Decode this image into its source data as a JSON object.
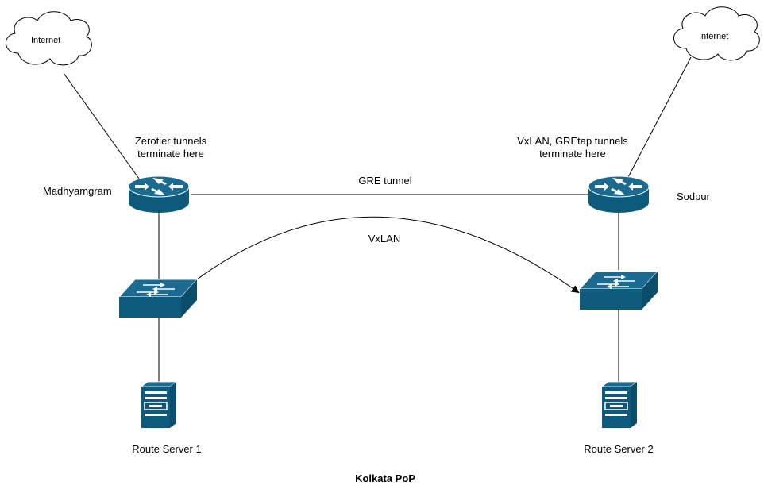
{
  "clouds": {
    "left": {
      "label": "Internet"
    },
    "right": {
      "label": "Internet"
    }
  },
  "sites": {
    "left": {
      "name": "Madhyamgram",
      "note": [
        "Zerotier tunnels",
        "terminate here"
      ],
      "server": "Route Server 1"
    },
    "right": {
      "name": "Sodpur",
      "note": [
        "VxLAN, GREtap tunnels",
        "terminate here"
      ],
      "server": "Route Server 2"
    }
  },
  "links": {
    "gre": "GRE tunnel",
    "vxlan": "VxLAN"
  },
  "caption": "Kolkata PoP",
  "colors": {
    "device_top": "#1a6b8f",
    "device_side": "#0e5a7c",
    "line": "#000000",
    "cloud_fill": "#ffffff",
    "arrow_white": "#ffffff"
  },
  "icons": [
    "cloud-icon",
    "router-icon",
    "switch-icon",
    "server-icon"
  ]
}
